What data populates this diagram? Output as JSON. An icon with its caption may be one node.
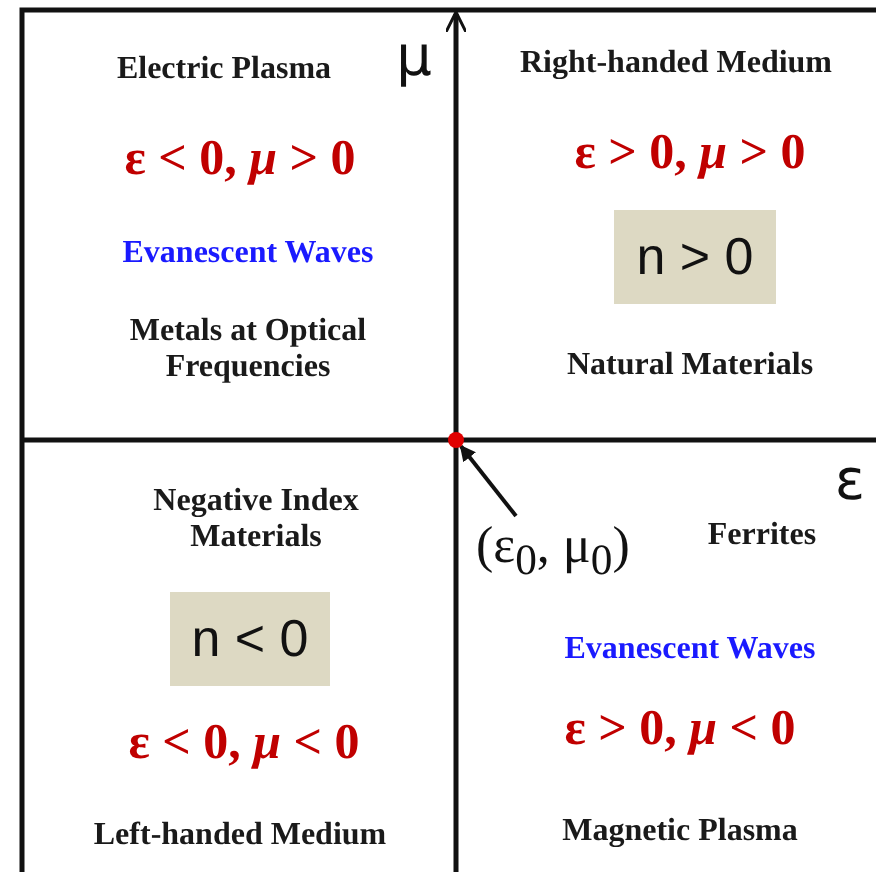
{
  "diagram": {
    "nodes": [
      {
        "text": [
          "n > 0"
        ]
      },
      {
        "text": [
          "n < 0"
        ]
      },
      {
        "text": [
          "(ε$_{0}$, μ$_{0}$)"
        ]
      },
      {
        "text": [],
        "shape": "circle"
      }
    ],
    "edges": [
      {
        "from": 2,
        "to": 3,
        "arrow": "to"
      }
    ],
    "labels": [
      "Electric Plasma",
      "μ",
      "Right-handed Medium",
      "ε < 0, *μ* > 0",
      "ε > 0, *μ* > 0",
      "Evanescent Waves",
      "Metals at Optical Frequencies",
      "Natural Materials",
      "ε",
      "Negative Index Materials",
      "Ferrites",
      "Evanescent Waves",
      "ε < 0, *μ* < 0",
      "ε > 0, *μ* < 0",
      "Left-handed Medium",
      "Magnetic Plasma"
    ]
  }
}
